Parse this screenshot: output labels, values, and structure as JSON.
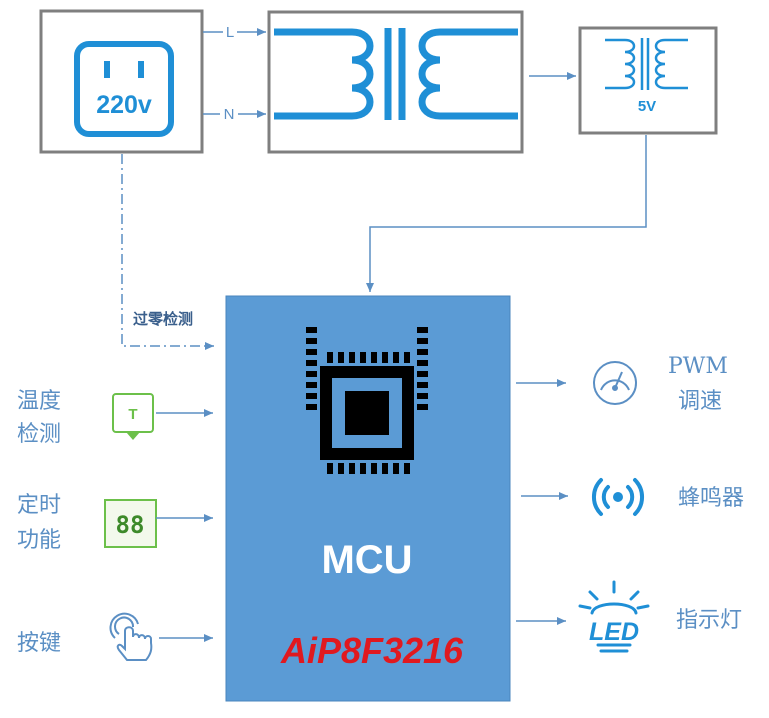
{
  "power": {
    "socket_label": "220v",
    "line_label": "L",
    "neutral_label": "N",
    "transformer_label": "5V"
  },
  "zero_cross": {
    "label": "过零检测"
  },
  "mcu": {
    "title": "MCU",
    "part": "AiP8F3216",
    "fill_color": "#5b9bd5",
    "part_color": "#e0191f"
  },
  "inputs": {
    "temperature": {
      "line1": "温度",
      "line2": "检测",
      "icon_text": "T"
    },
    "timer": {
      "line1": "定时",
      "line2": "功能",
      "icon_text": "88"
    },
    "button": {
      "label": "按键"
    }
  },
  "outputs": {
    "pwm": {
      "line1": "PWM",
      "line2": "调速"
    },
    "buzzer": {
      "label": "蜂鸣器"
    },
    "led": {
      "label": "指示灯",
      "icon_text": "LED"
    }
  },
  "colors": {
    "accent": "#1f8fd6",
    "line": "#5b8fc4",
    "frame": "#7f7f7f",
    "green": "#6cc04a"
  }
}
